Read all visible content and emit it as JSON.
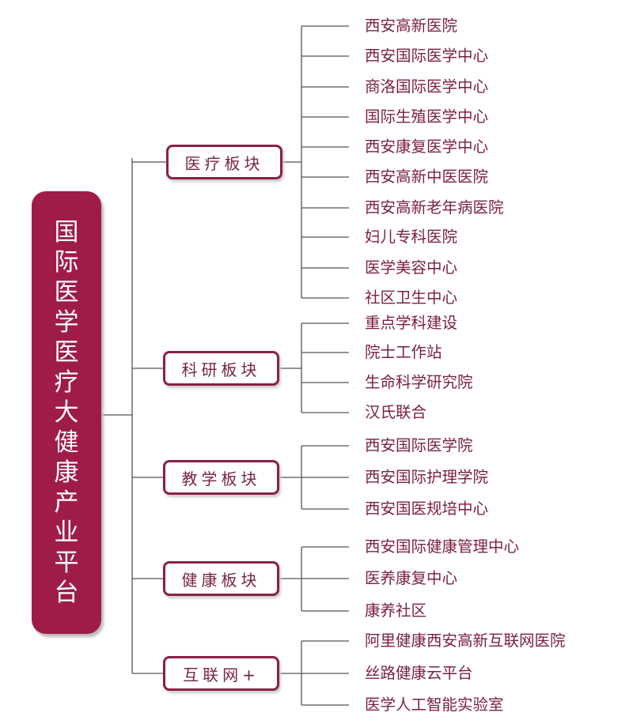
{
  "root": {
    "title": "国际医学医疗大健康产业平台",
    "color": "#a01c48"
  },
  "categories": [
    {
      "label": "医疗板块",
      "items": [
        "西安高新医院",
        "西安国际医学中心",
        "商洛国际医学中心",
        "国际生殖医学中心",
        "西安康复医学中心",
        "西安高新中医医院",
        "西安高新老年病医院",
        "妇儿专科医院",
        "医学美容中心",
        "社区卫生中心"
      ]
    },
    {
      "label": "科研板块",
      "items": [
        "重点学科建设",
        "院士工作站",
        "生命科学研究院",
        "汉氏联合"
      ]
    },
    {
      "label": "教学板块",
      "items": [
        "西安国际医学院",
        "西安国际护理学院",
        "西安国医规培中心"
      ]
    },
    {
      "label": "健康板块",
      "items": [
        "西安国际健康管理中心",
        "医养康复中心",
        "康养社区"
      ]
    },
    {
      "label": "互联网+",
      "items": [
        "阿里健康西安高新互联网医院",
        "丝路健康云平台",
        "医学人工智能实验室"
      ]
    }
  ]
}
